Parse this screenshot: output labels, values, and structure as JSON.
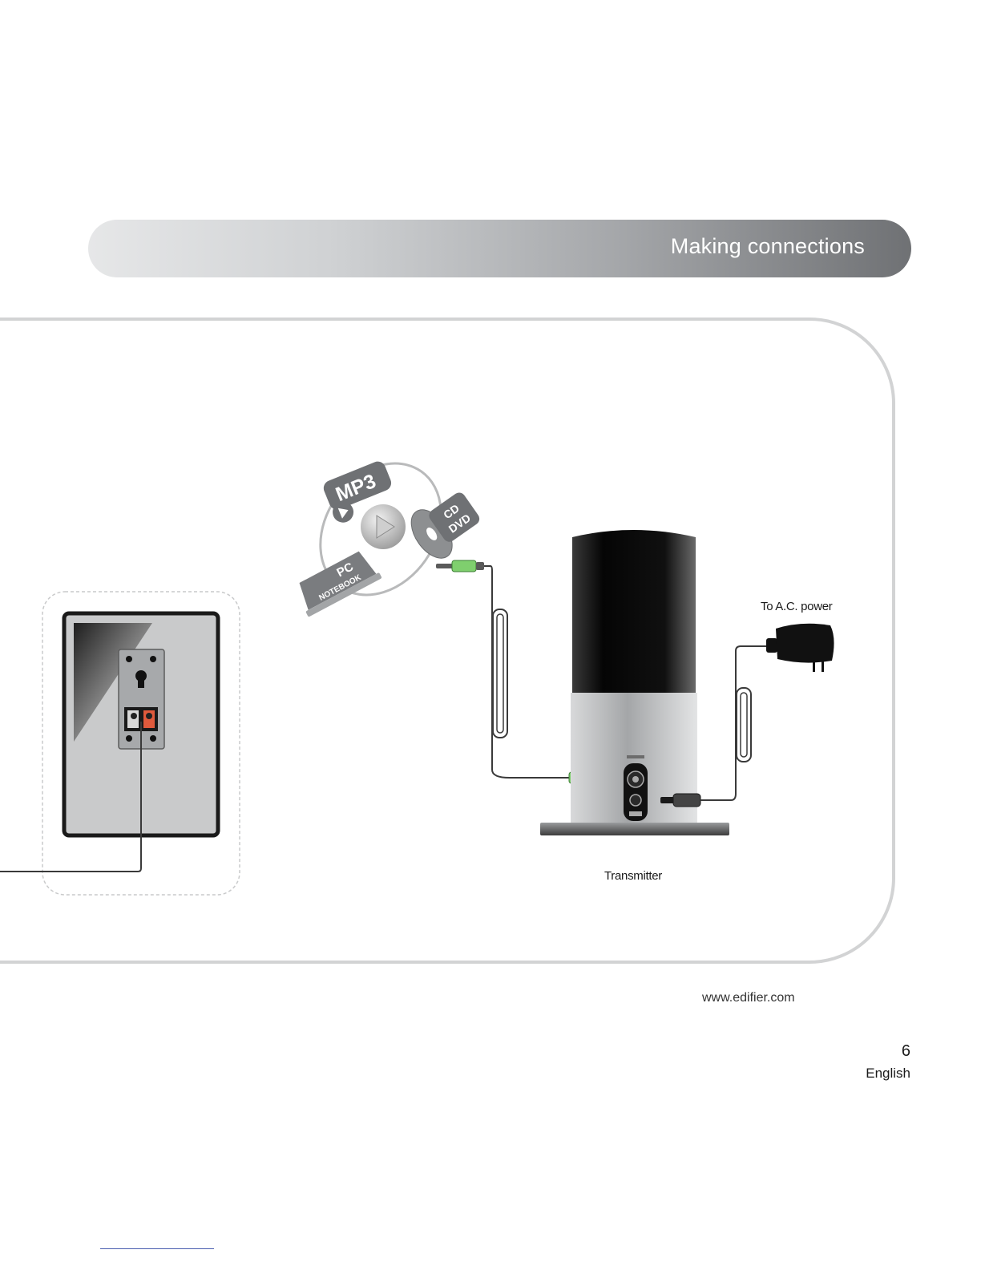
{
  "header": {
    "title": "Making connections"
  },
  "diagram": {
    "transmitter_label": "Transmitter",
    "ac_power_label": "To A.C. power",
    "media_badges": {
      "mp3": "MP3",
      "pc": "PC",
      "notebook": "NOTEBOOK",
      "cd": "CD",
      "dvd": "DVD"
    }
  },
  "footer": {
    "website": "www.edifier.com",
    "page_number": "6",
    "language": "English"
  }
}
